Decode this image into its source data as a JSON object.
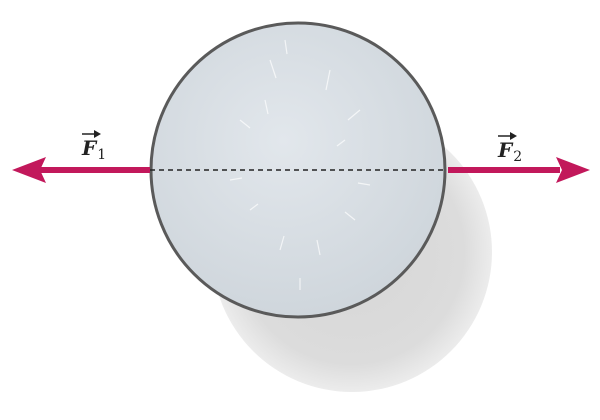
{
  "forces": [
    {
      "symbol": "F",
      "subscript": "1",
      "direction": "left"
    },
    {
      "symbol": "F",
      "subscript": "2",
      "direction": "right"
    }
  ],
  "colors": {
    "arrow": "#c2185b",
    "disk_fill": "#d7dde3",
    "disk_edge": "#555555",
    "shadow": "#cfcfcf",
    "diameter_line": "#222222"
  }
}
